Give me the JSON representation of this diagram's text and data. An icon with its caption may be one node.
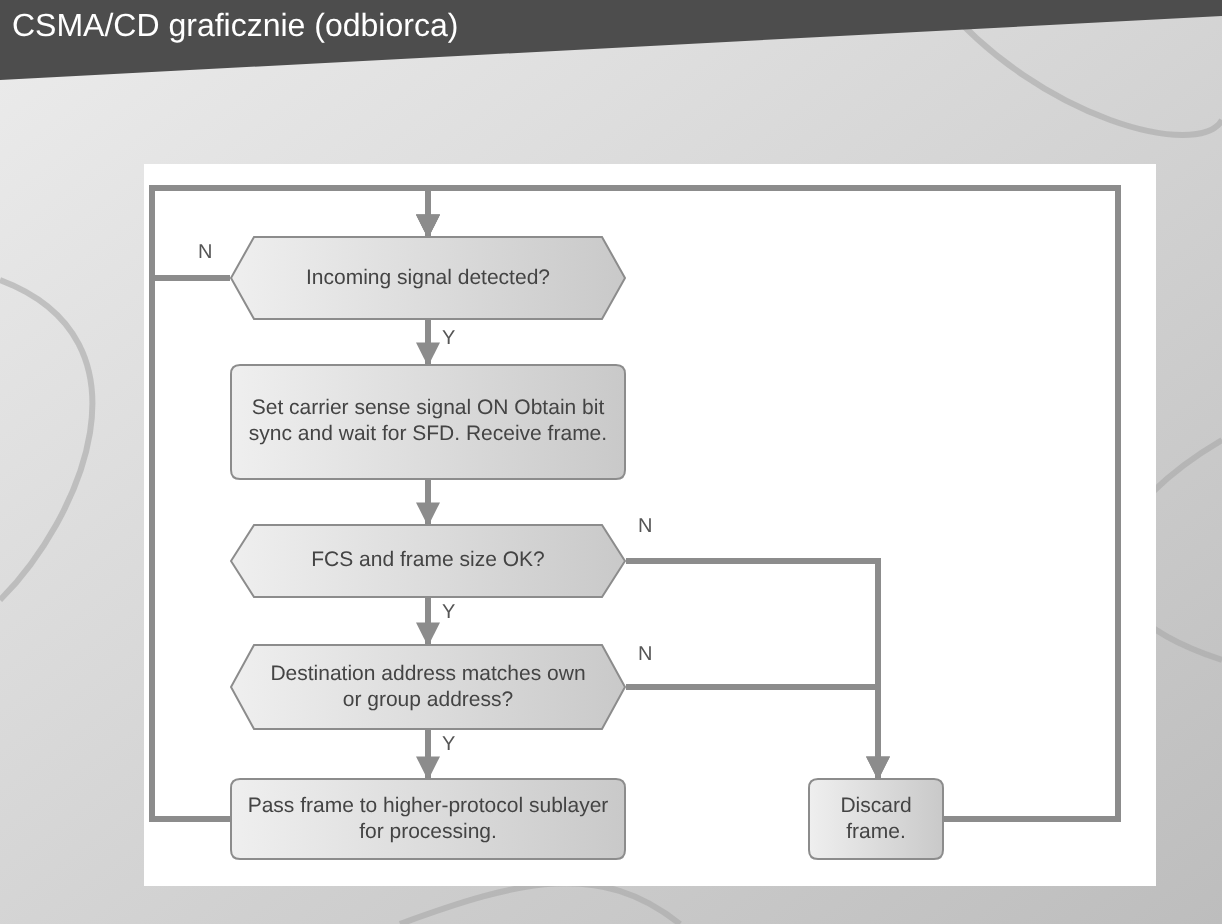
{
  "diagram": {
    "title": "CSMA/CD graficznie (odbiorca)",
    "nodes": [
      {
        "text": [
          "Incoming signal detected?"
        ]
      },
      {
        "text": [
          "Set carrier sense signal ON Obtain bit sync and wait for SFD. Receive frame."
        ]
      },
      {
        "text": [
          "FCS and frame size OK?"
        ]
      },
      {
        "text": [
          "Destination address matches own or group address?"
        ]
      },
      {
        "text": [
          "Pass frame to higher-protocol sublayer for processing."
        ]
      },
      {
        "text": [
          "Discard frame."
        ]
      }
    ],
    "edges": [
      {
        "from": 0,
        "to": 1,
        "arrow": "to",
        "label": "Y"
      },
      {
        "from": 1,
        "to": 2,
        "arrow": "to"
      },
      {
        "from": 2,
        "to": 3,
        "arrow": "to",
        "label": "Y"
      },
      {
        "from": 3,
        "to": 4,
        "arrow": "to",
        "label": "Y"
      },
      {
        "from": 2,
        "to": 5,
        "arrow": "to",
        "label": "N"
      },
      {
        "from": 3,
        "to": 5,
        "arrow": "to",
        "label": "N"
      },
      {
        "from": 4,
        "to": 0,
        "arrow": "to"
      },
      {
        "from": 5,
        "to": 0,
        "arrow": "to"
      },
      {
        "from": 0,
        "to": 0,
        "arrow": "to",
        "label": "N"
      }
    ]
  }
}
